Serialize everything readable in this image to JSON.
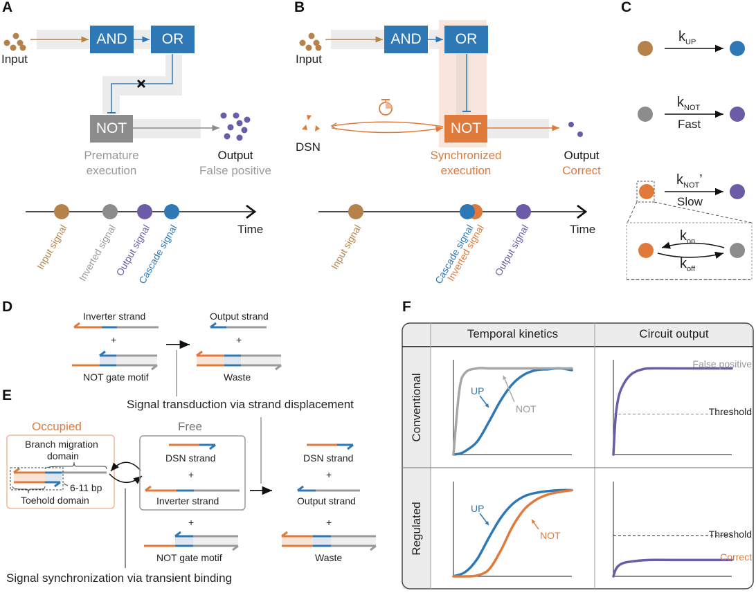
{
  "colors": {
    "input": "#b5834a",
    "cascade": "#2e78b5",
    "inverted_conventional": "#8c8c8c",
    "inverted_regulated": "#e07a3b",
    "output": "#6c5ba7",
    "orange": "#e07a3b",
    "gray_band": "#ececec",
    "highlight": "#f8e6dc"
  },
  "panels": {
    "A": "A",
    "B": "B",
    "C": "C",
    "D": "D",
    "E": "E",
    "F": "F"
  },
  "panel_a": {
    "input_label": "Input",
    "gates": {
      "and": "AND",
      "or": "OR",
      "not": "NOT"
    },
    "blocked_icon": "x-icon",
    "not_caption_line1": "Premature",
    "not_caption_line2": "execution",
    "output_label": "Output",
    "output_status": "False positive",
    "timeline": {
      "axis_label": "Time",
      "signals": [
        {
          "name": "Input signal",
          "prefix": "Input ",
          "suffix": "signal",
          "color_key": "input"
        },
        {
          "name": "Inverted signal",
          "prefix": "Inverted ",
          "suffix": "signal",
          "color_key": "inverted_conventional"
        },
        {
          "name": "Output signal",
          "prefix": "Output ",
          "suffix": "signal",
          "color_key": "output"
        },
        {
          "name": "Cascade signal",
          "prefix": "Cascade ",
          "suffix": "signal",
          "color_key": "cascade"
        }
      ]
    }
  },
  "panel_b": {
    "input_label": "Input",
    "gates": {
      "and": "AND",
      "or": "OR",
      "not": "NOT"
    },
    "dsn_label": "DSN",
    "timer_icon": "stopwatch-icon",
    "not_caption_line1": "Synchronized",
    "not_caption_line2": "execution",
    "output_label": "Output",
    "output_status": "Correct",
    "timeline": {
      "axis_label": "Time",
      "signals": [
        {
          "name": "Input signal",
          "prefix": "Input ",
          "suffix": "signal",
          "color_key": "input"
        },
        {
          "name": "Cascade signal",
          "prefix": "Cascade ",
          "suffix": "signal",
          "color_key": "cascade"
        },
        {
          "name": "Inverted signal",
          "prefix": "Inverted ",
          "suffix": "signal",
          "color_key": "inverted_regulated"
        },
        {
          "name": "Output signal",
          "prefix": "Output ",
          "suffix": "signal",
          "color_key": "output"
        }
      ]
    }
  },
  "panel_c": {
    "reactions": [
      {
        "rate": "k",
        "sub": "UP",
        "prime": "",
        "below": ""
      },
      {
        "rate": "k",
        "sub": "NOT",
        "prime": "",
        "below": "Fast"
      },
      {
        "rate": "k",
        "sub": "NOT",
        "prime": "’",
        "below": "Slow"
      }
    ],
    "binding": {
      "k_on": "k",
      "on_sub": "on",
      "k_off": "k",
      "off_sub": "off"
    }
  },
  "panel_d": {
    "inverter_strand": "Inverter strand",
    "not_gate_motif": "NOT gate motif",
    "output_strand": "Output strand",
    "waste": "Waste",
    "plus": "+",
    "transduction_caption": "Signal transduction via strand displacement"
  },
  "panel_e": {
    "occupied_title": "Occupied",
    "free_title": "Free",
    "branch_migration_line1": "Branch migration",
    "branch_migration_line2": "domain",
    "toehold_domain": "Toehold domain",
    "toehold_length": "6-11 bp",
    "dsn_strand": "DSN strand",
    "inverter_strand": "Inverter strand",
    "not_gate_motif": "NOT gate motif",
    "output_strand": "Output strand",
    "waste": "Waste",
    "plus": "+",
    "synchronization_caption": "Signal synchronization via transient binding"
  },
  "panel_f": {
    "col_headers": [
      "Temporal kinetics",
      "Circuit output"
    ],
    "row_headers": [
      "Conventional",
      "Regulated"
    ],
    "labels": {
      "up": "UP",
      "not": "NOT",
      "false_positive": "False positive",
      "threshold": "Threshold",
      "correct": "Correct"
    }
  },
  "chart_data": [
    {
      "type": "line",
      "title": "Temporal kinetics — Conventional",
      "xlabel": "",
      "ylabel": "",
      "x": [
        0,
        0.05,
        0.1,
        0.2,
        0.3,
        0.4,
        0.5,
        0.6,
        0.7,
        0.8,
        0.9,
        1.0
      ],
      "series": [
        {
          "name": "UP",
          "values": [
            0,
            0.01,
            0.04,
            0.15,
            0.38,
            0.63,
            0.82,
            0.93,
            0.98,
            0.99,
            1.0,
            0.98
          ]
        },
        {
          "name": "NOT",
          "values": [
            0,
            0.75,
            0.95,
            1.0,
            1.0,
            1.0,
            1.0,
            1.0,
            1.0,
            1.0,
            1.0,
            1.0
          ]
        }
      ],
      "ylim": [
        0,
        1.1
      ]
    },
    {
      "type": "line",
      "title": "Circuit output — Conventional",
      "x": [
        0,
        0.02,
        0.05,
        0.1,
        0.15,
        0.2,
        0.25,
        0.3,
        0.5,
        0.7,
        1.0
      ],
      "series": [
        {
          "name": "Output (False positive)",
          "values": [
            0,
            0.45,
            0.7,
            0.85,
            0.93,
            0.97,
            0.99,
            1.0,
            1.0,
            1.0,
            1.0
          ]
        }
      ],
      "threshold": 0.47,
      "ylim": [
        0,
        1.1
      ]
    },
    {
      "type": "line",
      "title": "Temporal kinetics — Regulated",
      "x": [
        0,
        0.1,
        0.2,
        0.3,
        0.4,
        0.5,
        0.6,
        0.7,
        0.8,
        0.9,
        1.0
      ],
      "series": [
        {
          "name": "UP",
          "values": [
            0,
            0.05,
            0.2,
            0.45,
            0.68,
            0.84,
            0.93,
            0.97,
            0.99,
            1.0,
            1.0
          ]
        },
        {
          "name": "NOT",
          "values": [
            0,
            0.0,
            0.01,
            0.08,
            0.3,
            0.58,
            0.78,
            0.89,
            0.95,
            0.98,
            1.0
          ]
        }
      ],
      "ylim": [
        0,
        1.1
      ]
    },
    {
      "type": "line",
      "title": "Circuit output — Regulated",
      "x": [
        0,
        0.02,
        0.05,
        0.1,
        0.2,
        0.3,
        0.5,
        1.0
      ],
      "series": [
        {
          "name": "Output (Correct)",
          "values": [
            0,
            0.08,
            0.13,
            0.16,
            0.18,
            0.19,
            0.19,
            0.19
          ]
        }
      ],
      "threshold": 0.47,
      "ylim": [
        0,
        1.1
      ]
    }
  ]
}
